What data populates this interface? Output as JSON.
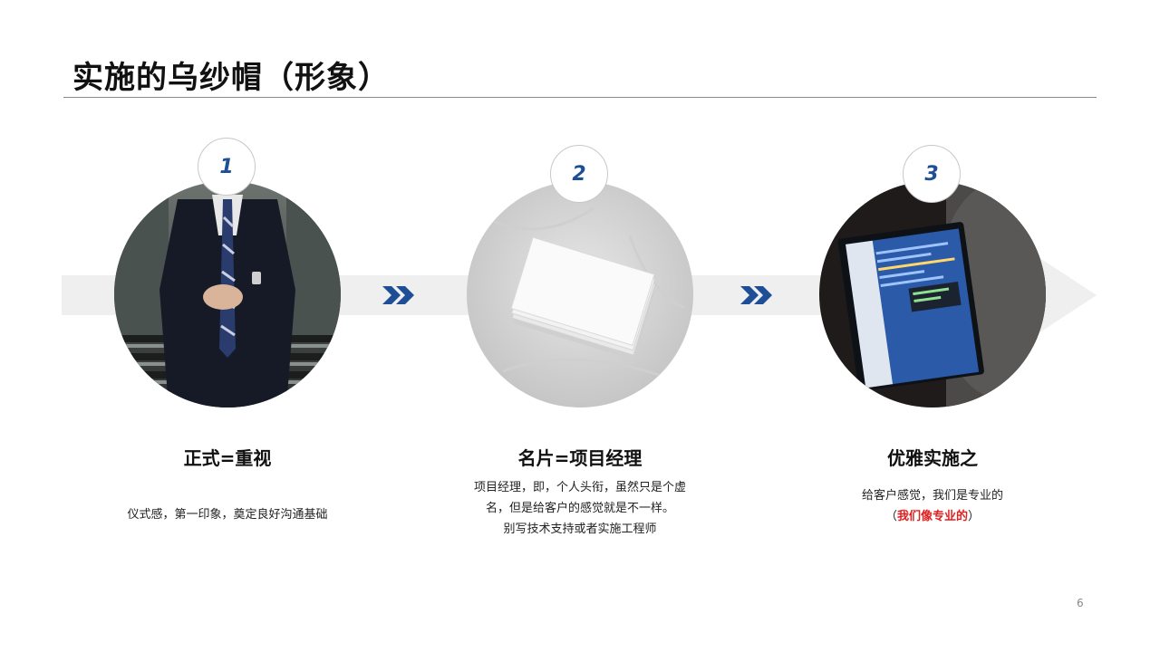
{
  "slide": {
    "title": "实施的乌纱帽（形象）",
    "page_number": "6"
  },
  "steps": [
    {
      "number": "1",
      "heading": "正式=重视",
      "desc_lines": [
        "仪式感，第一印象，奠定良好沟通基础"
      ]
    },
    {
      "number": "2",
      "heading": "名片=项目经理",
      "desc_lines": [
        "项目经理，即，个人头衔，虽然只是个虚",
        "名，但是给客户的感觉就是不一样。",
        "别写技术支持或者实施工程师"
      ]
    },
    {
      "number": "3",
      "heading": "优雅实施之",
      "desc_line1": "给客户感觉，我们是专业的",
      "desc_open": "（",
      "desc_highlight": "我们像专业的",
      "desc_close": "）"
    }
  ],
  "colors": {
    "accent_blue": "#1e4f96",
    "highlight_red": "#e02020",
    "band_gray": "#efefef"
  },
  "icons": [
    "double-chevron-right-icon",
    "double-chevron-right-icon"
  ]
}
